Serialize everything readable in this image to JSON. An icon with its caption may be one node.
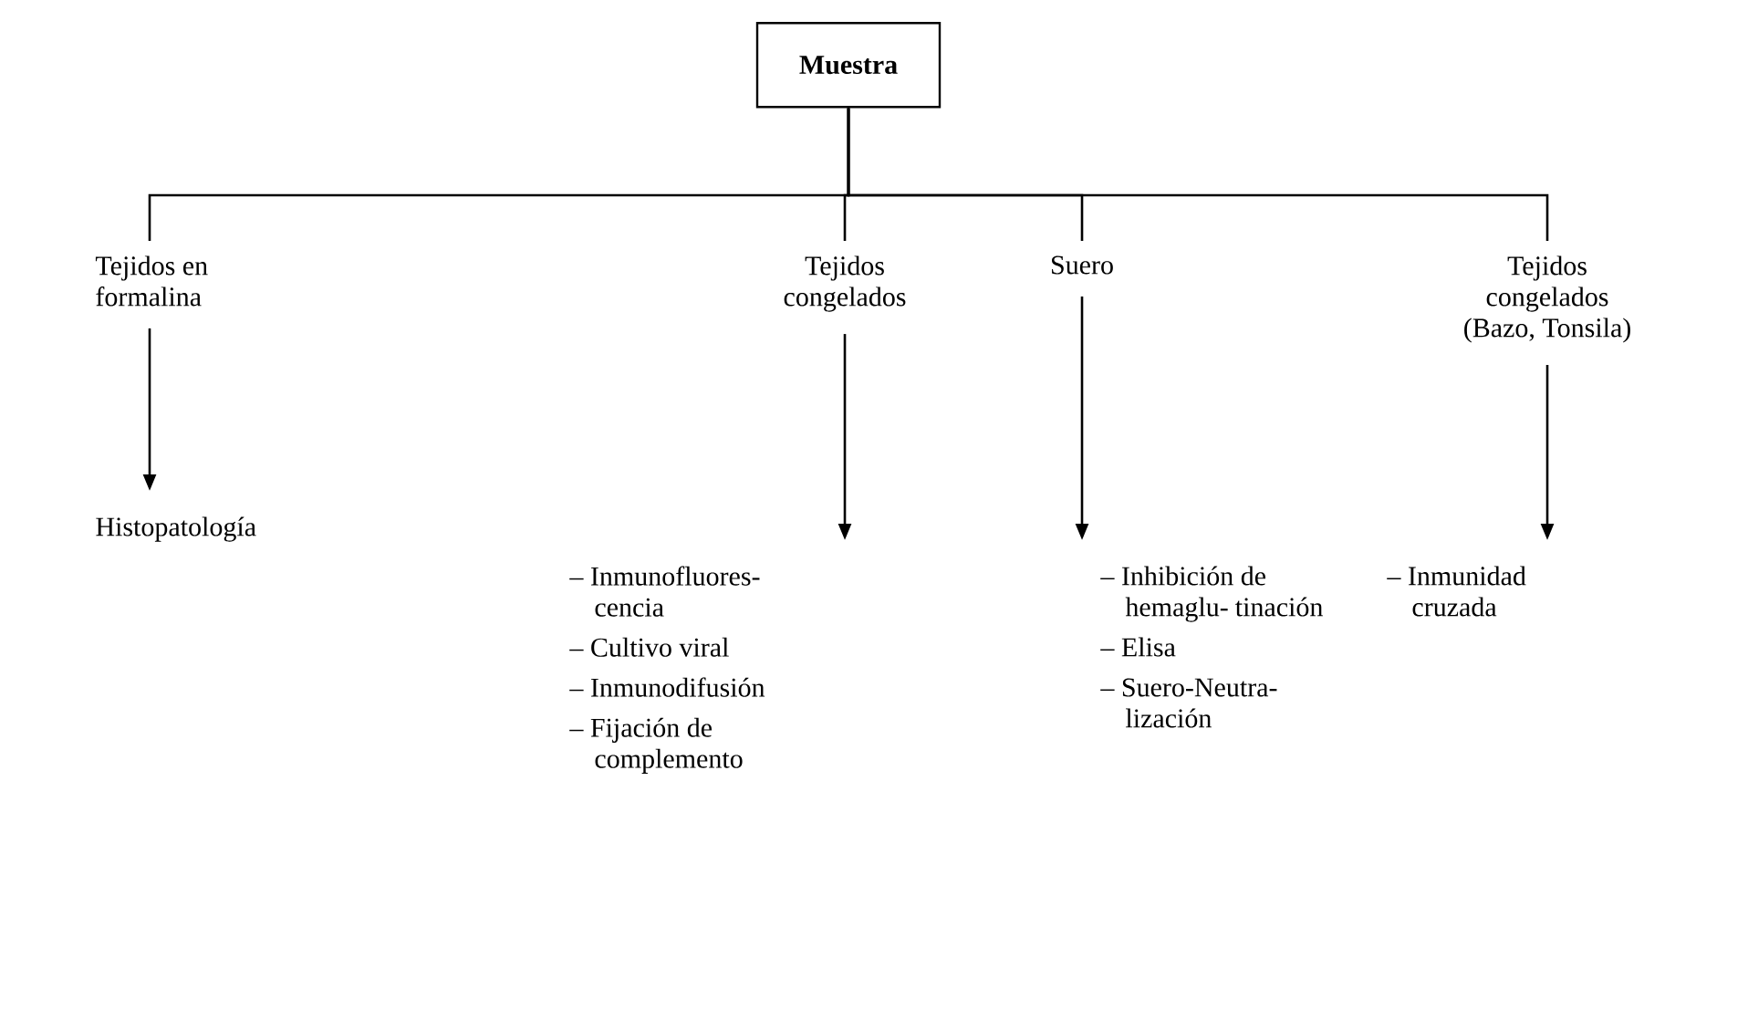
{
  "diagram": {
    "nodes": [
      {
        "text": [
          "Muestra"
        ]
      },
      {
        "text": [
          "Tejidos en formalina"
        ]
      },
      {
        "text": [
          "Tejidos congelados"
        ]
      },
      {
        "text": [
          "Suero"
        ]
      },
      {
        "text": [
          "Tejidos congelados (Bazo, Tonsila)"
        ]
      },
      {
        "text": [
          "Histopatología"
        ]
      },
      {
        "text": [
          "– Inmunofluores- cencia",
          "– Cultivo viral",
          "– Inmunodifusión",
          "– Fijación de complemento"
        ]
      },
      {
        "text": [
          "– Inhibición de hemaglu- tinación",
          "– Elisa",
          "– Suero-Neutra- lización"
        ]
      },
      {
        "text": [
          "– Inmunidad cruzada"
        ]
      }
    ],
    "edges": [
      {
        "from": 0,
        "to": 1,
        "arrow": "none"
      },
      {
        "from": 0,
        "to": 2,
        "arrow": "none"
      },
      {
        "from": 0,
        "to": 3,
        "arrow": "none"
      },
      {
        "from": 0,
        "to": 4,
        "arrow": "none"
      },
      {
        "from": 1,
        "to": 5,
        "arrow": "to"
      },
      {
        "from": 2,
        "to": 6,
        "arrow": "to"
      },
      {
        "from": 3,
        "to": 7,
        "arrow": "to"
      },
      {
        "from": 4,
        "to": 8,
        "arrow": "to"
      }
    ]
  }
}
